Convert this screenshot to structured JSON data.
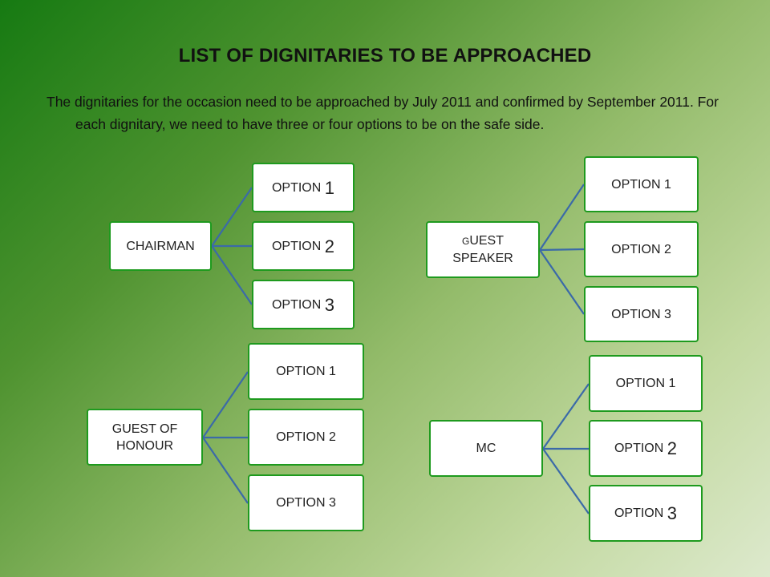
{
  "slide": {
    "title": "LIST OF DIGNITARIES TO BE APPROACHED",
    "description": "The dignitaries for the occasion need to be approached by July 2011 and confirmed by September 2011. For each dignitary, we need to have three or four options to be on the safe side."
  },
  "colors": {
    "node_border": "#1e9a1e",
    "connector": "#3b6aa8",
    "node_fill": "#ffffff"
  },
  "trees": {
    "chairman": {
      "root": "CHAIRMAN",
      "options": [
        {
          "word": "OPTION",
          "num": "1"
        },
        {
          "word": "OPTION",
          "num": "2"
        },
        {
          "word": "OPTION",
          "num": "3"
        }
      ]
    },
    "guest_speaker": {
      "root_g": "G",
      "root_rest": "UEST SPEAKER",
      "options": [
        "OPTION 1",
        "OPTION 2",
        "OPTION 3"
      ]
    },
    "guest_of_honour": {
      "root": "GUEST OF HONOUR",
      "options": [
        "OPTION 1",
        "OPTION 2",
        "OPTION 3"
      ]
    },
    "mc": {
      "root": "MC",
      "options": [
        {
          "word": "OPTION 1",
          "num": ""
        },
        {
          "word": "OPTION",
          "num": "2"
        },
        {
          "word": "OPTION",
          "num": "3"
        }
      ]
    }
  }
}
